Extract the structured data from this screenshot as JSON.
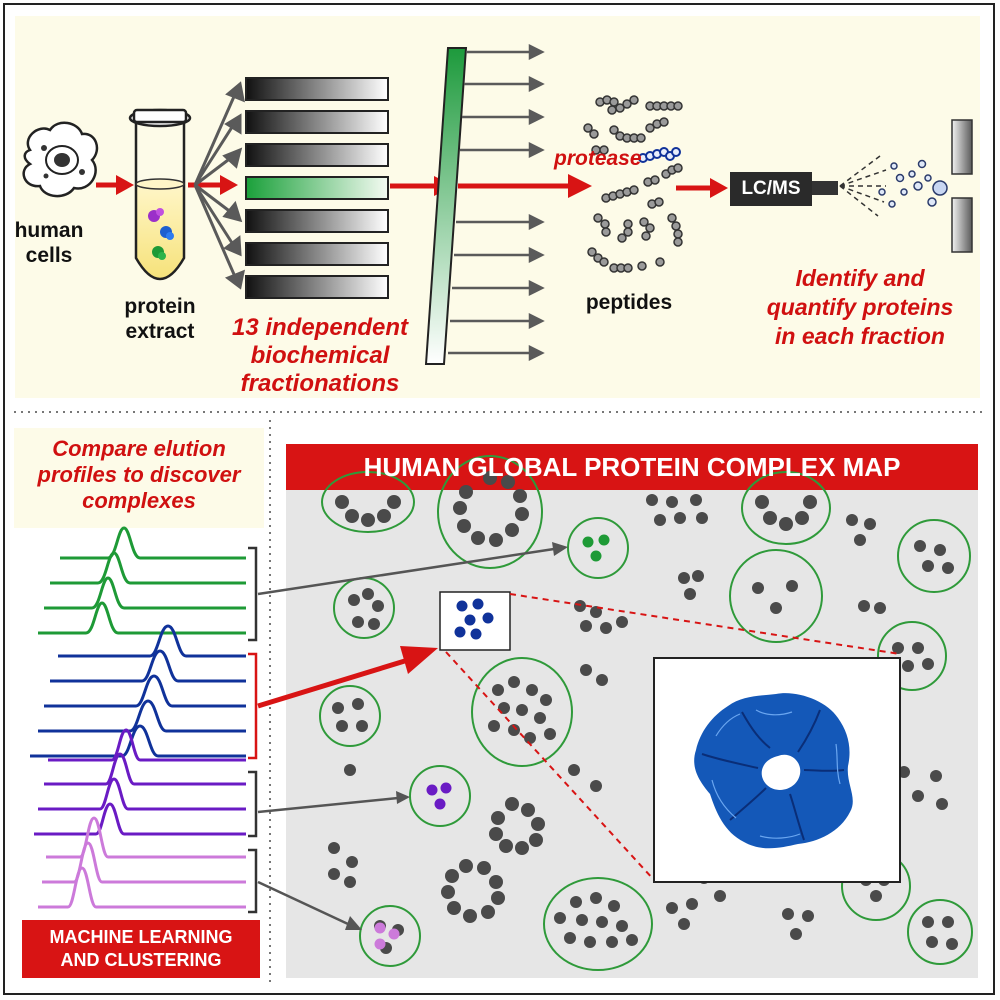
{
  "top": {
    "human_cells_line1": "human",
    "human_cells_line2": "cells",
    "protein_extract_line1": "protein",
    "protein_extract_line2": "extract",
    "fractionations_line1": "13 independent",
    "fractionations_line2": "biochemical",
    "fractionations_line3": "fractionations",
    "protease": "protease",
    "peptides": "peptides",
    "lcms": "LC/MS",
    "identify_line1": "Identify and",
    "identify_line2": "quantify proteins",
    "identify_line3": "in each fraction"
  },
  "bottom": {
    "compare_line1": "Compare elution",
    "compare_line2": "profiles to discover",
    "compare_line3": "complexes",
    "map_title": "HUMAN GLOBAL PROTEIN COMPLEX MAP",
    "ml_line1": "MACHINE LEARNING",
    "ml_line2": "AND CLUSTERING"
  },
  "colors": {
    "accent_red": "#d81414",
    "top_panel_bg": "#fdfbe8",
    "map_bg": "#e6e6e6",
    "green": "#1e9a36",
    "blue": "#10329a",
    "purple": "#6a1bc4",
    "pink": "#cc7ada",
    "protein_dot": "#4a4a4a",
    "complex_structure": "#1458b8"
  }
}
